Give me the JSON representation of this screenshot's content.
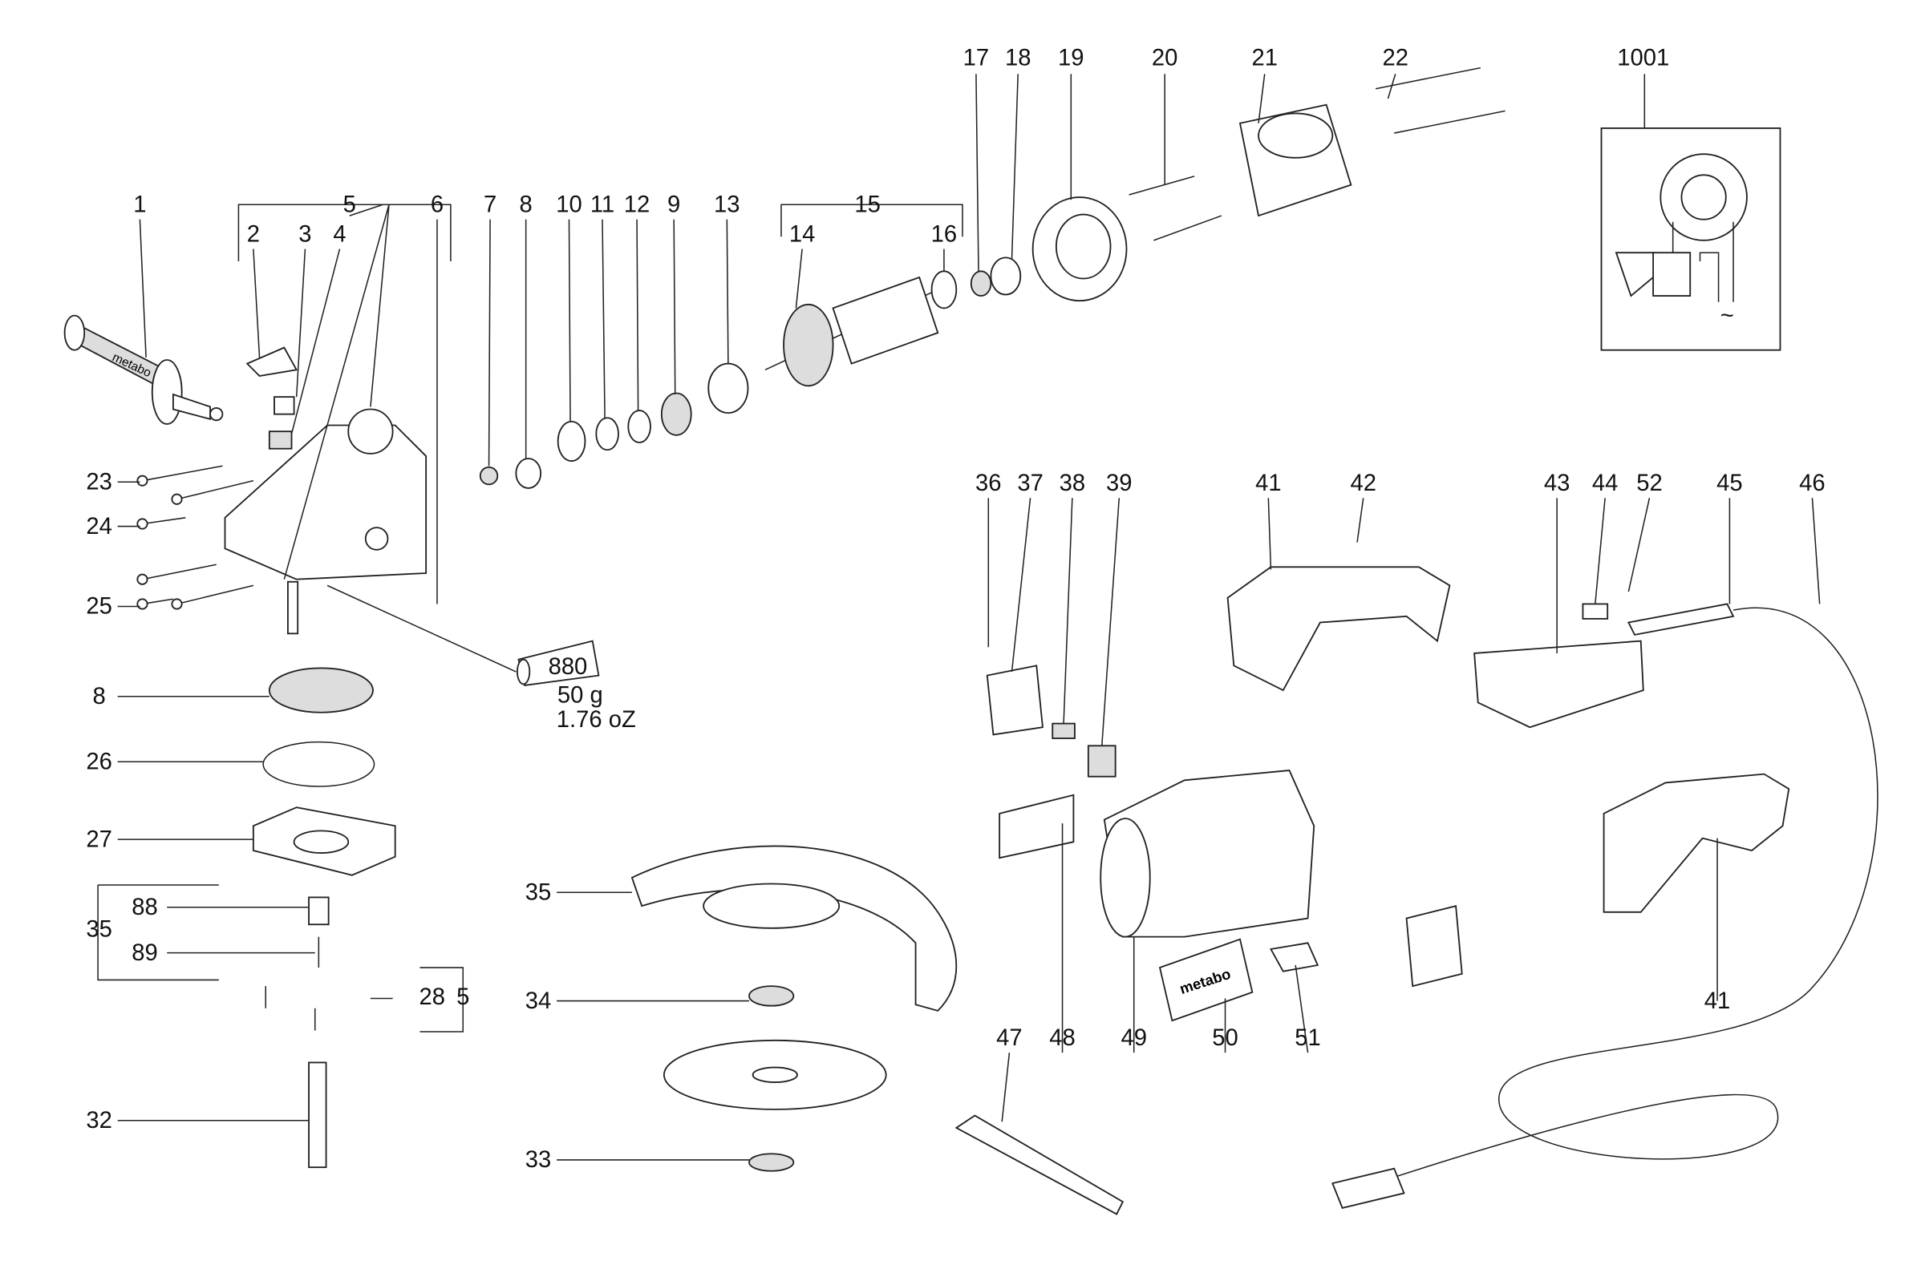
{
  "diagram": {
    "callouts": [
      "1",
      "5",
      "2",
      "3",
      "4",
      "6",
      "7",
      "8",
      "10",
      "11",
      "12",
      "9",
      "13",
      "15",
      "14",
      "16",
      "17",
      "18",
      "19",
      "20",
      "21",
      "22",
      "1001",
      "23",
      "24",
      "25",
      "8",
      "26",
      "27",
      "88",
      "35",
      "89",
      "28",
      "5",
      "32",
      "35",
      "34",
      "33",
      "36",
      "37",
      "38",
      "39",
      "41",
      "42",
      "43",
      "44",
      "52",
      "45",
      "46",
      "47",
      "48",
      "49",
      "50",
      "51",
      "41"
    ],
    "grease_tube": {
      "code": "880",
      "weight": "50 g",
      "weight_imperial": "1.76 oZ"
    },
    "brand_plate": "metabo",
    "handle_brand": "metabo",
    "inset_symbol": "~",
    "line_color": "#222222",
    "background": "#ffffff"
  }
}
